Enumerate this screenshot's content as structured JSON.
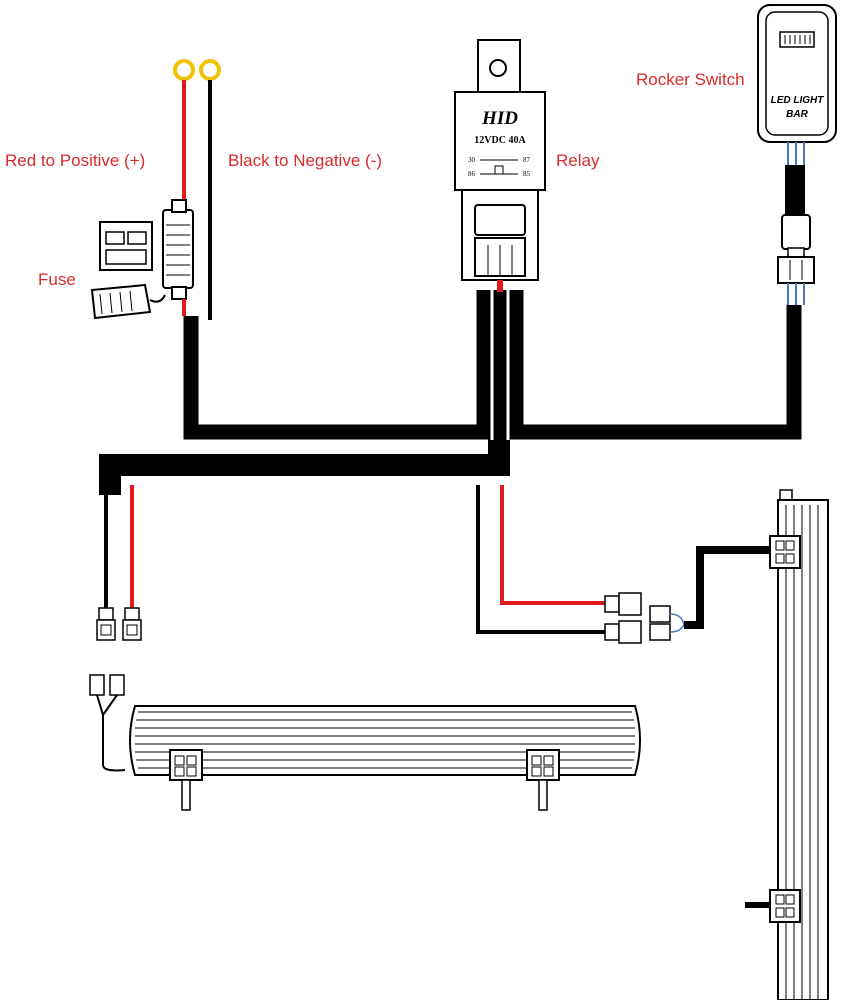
{
  "labels": {
    "red_positive": "Red to Positive (+)",
    "black_negative": "Black to Negative (-)",
    "fuse": "Fuse",
    "relay": "Relay",
    "rocker_switch": "Rocker Switch"
  },
  "relay": {
    "brand": "HID",
    "rating": "12VDC 40A",
    "pin_30": "30",
    "pin_87": "87",
    "pin_86": "86",
    "pin_85": "85"
  },
  "switch": {
    "line1": "LED LIGHT",
    "line2": "BAR"
  },
  "colors": {
    "label_red": "#d92b2b",
    "wire_red": "#e01b1b",
    "wire_black": "#000000",
    "terminal_yellow": "#f2c200",
    "wire_blue": "#4a78c0"
  }
}
